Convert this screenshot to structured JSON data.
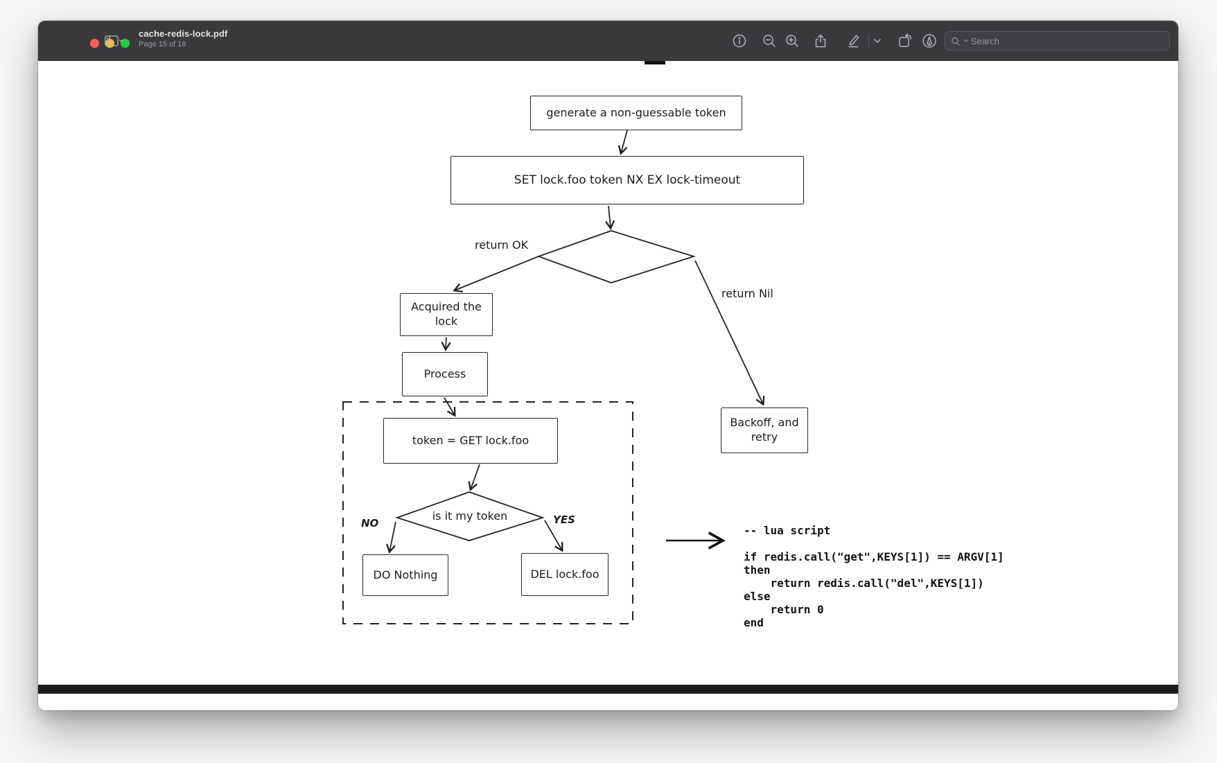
{
  "window": {
    "title": "cache-redis-lock.pdf",
    "page_indicator": "Page 15 of 18",
    "search": {
      "placeholder": "Search"
    }
  },
  "toolbar": {
    "icons": [
      "sidebar",
      "chevron-down",
      "info",
      "zoom-out",
      "zoom-in",
      "share",
      "highlight",
      "chevron-down",
      "rotate",
      "markup",
      "search"
    ]
  },
  "colors": {
    "titlebar_bg": "#3a3a3d",
    "traffic_red": "#ff5f57",
    "traffic_yellow": "#febc2e",
    "traffic_green": "#28c840",
    "ink": "#1f1f1f",
    "page_separator": "#1c1c1e"
  },
  "flowchart": {
    "nodes": {
      "generate": "generate a non-guessable token",
      "set": "SET lock.foo token NX EX lock-timeout",
      "acquired": "Acquired the\nlock",
      "process": "Process",
      "token_get": "token = GET lock.foo",
      "decision_token": "is it my token",
      "do_nothing": "DO Nothing",
      "del_lock": "DEL lock.foo",
      "backoff": "Backoff, and\nretry"
    },
    "edge_labels": {
      "return_ok": "return OK",
      "return_nil": "return Nil",
      "no": "NO",
      "yes": "YES"
    }
  },
  "code": {
    "text": "-- lua script\n\nif redis.call(\"get\",KEYS[1]) == ARGV[1]\nthen\n    return redis.call(\"del\",KEYS[1])\nelse\n    return 0\nend"
  }
}
